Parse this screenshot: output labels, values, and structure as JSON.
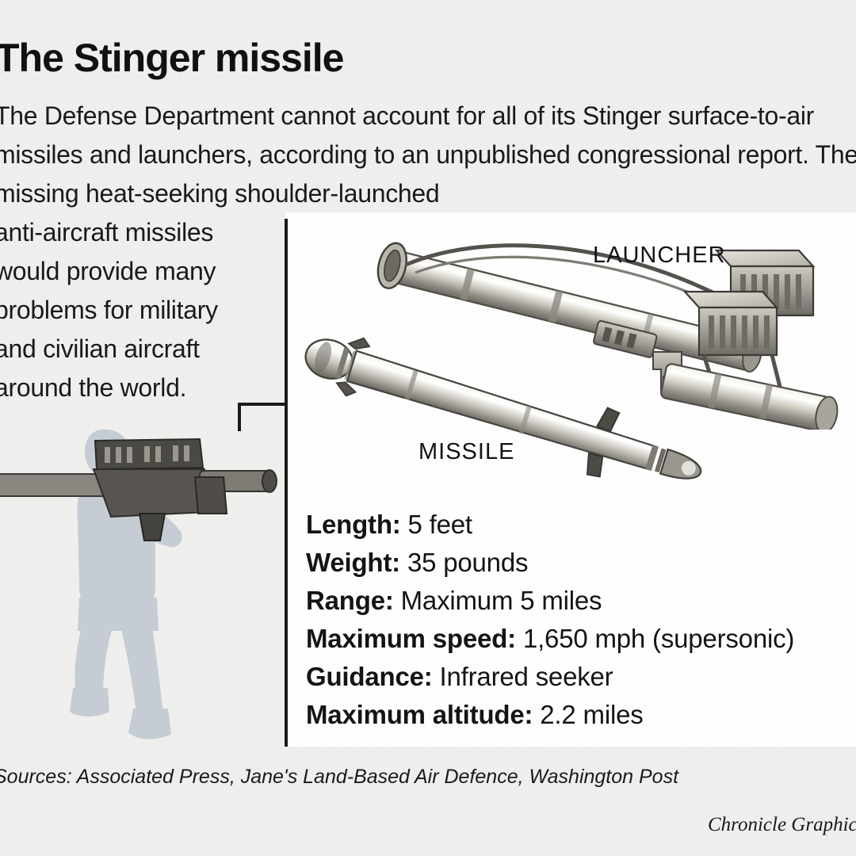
{
  "graphic": {
    "title": "The Stinger missile",
    "deck": "The Defense Department cannot account for all of its Stinger surface-to-air missiles and launchers, according to an unpublished congressional report. The missing heat-seeking shoulder-launched",
    "deck_left": "anti-aircraft missiles would provide many problems for military and civilian aircraft around the world."
  },
  "diagram": {
    "launcher_label": "LAUNCHER",
    "missile_label": "MISSILE"
  },
  "specs": [
    {
      "key": "Length:",
      "value": "5 feet"
    },
    {
      "key": "Weight:",
      "value": "35 pounds"
    },
    {
      "key": "Range:",
      "value": "Maximum 5 miles"
    },
    {
      "key": "Maximum speed:",
      "value": "1,650 mph (supersonic)"
    },
    {
      "key": "Guidance:",
      "value": "Infrared seeker"
    },
    {
      "key": "Maximum altitude:",
      "value": "2.2 miles"
    }
  ],
  "footer": {
    "sources": "Sources: Associated Press, Jane's Land-Based Air Defence, Washington Post",
    "credit": "Chronicle Graphic"
  },
  "colors": {
    "page_background": "#f0f0ee",
    "panel_background": "#ffffff",
    "text": "#1a1a1a",
    "rule": "#1a1a1a",
    "soldier_silhouette": "#c6ccd4",
    "hardware_dark": "#4a4a48",
    "hardware_light": "#d8d6cf"
  }
}
